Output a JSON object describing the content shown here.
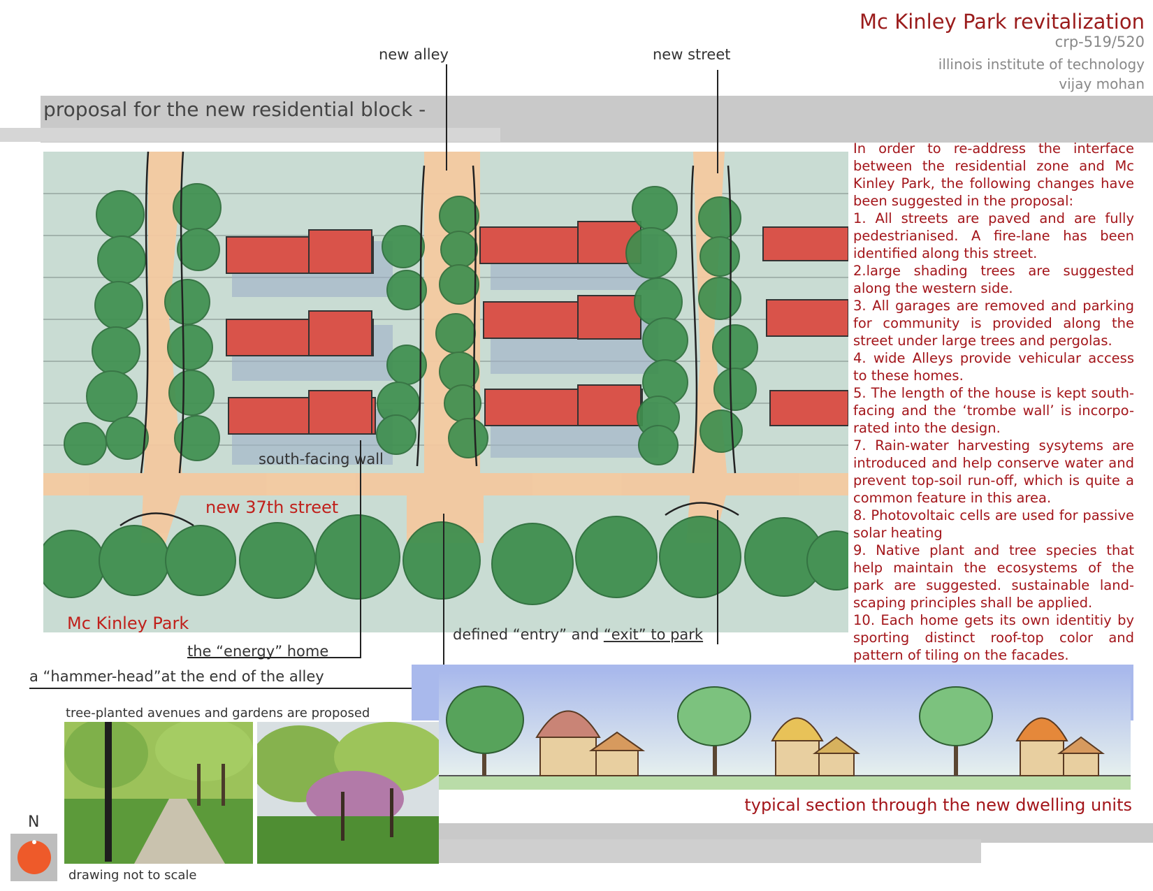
{
  "header": {
    "title": "Mc Kinley Park revitalization",
    "course": "crp-519/520",
    "institution": "illinois institute of technology",
    "author": "vijay mohan"
  },
  "heading": "proposal for the new residential block -",
  "plan_labels": {
    "new_alley": "new alley",
    "new_street": "new street",
    "south_facing_wall": "south-facing wall",
    "new_37th_street": "new 37th street",
    "mc_kinley_park": "Mc Kinley Park",
    "energy_home": "the “energy” home",
    "hammer_head": "a “hammer-head”at the end of the alley",
    "entry_exit_prefix": "defined “entry” and ",
    "entry_exit_link": "“exit” to park"
  },
  "notes": [
    "In order to re-address the interface between the residential zone and Mc Kinley Park, the following changes have been suggested in the proposal:",
    "1. All streets are paved and are fully pedestrianised. A fire-lane has been identified along this street.",
    "2.large shading trees are suggested along the western side.",
    "3. All garages are removed and parking for community is provided along the street under large trees and pergolas.",
    "4. wide Alleys provide vehicular access to these homes.",
    "5. The length of the house is kept south-facing and the ‘trombe wall’ is incorpo-rated into the design.",
    "7. Rain-water harvesting sysytems are introduced and help conserve water and prevent top-soil run-off, which is quite a common feature in this area.",
    "8. Photovoltaic cells are used for passive solar heating",
    "9. Native plant and tree species that help maintain the ecosystems of the park are suggested. sustainable land-scaping principles shall be applied.",
    "10. Each home gets its own identitiy by sporting distinct roof-top color and pattern of tiling on the facades."
  ],
  "photos_caption": "tree-planted avenues and gardens are proposed",
  "section_caption": "typical section through the new dwelling units",
  "north_label": "N",
  "scale_note": "drawing not to scale",
  "colors": {
    "accent_red": "#a3151a",
    "roof_red": "#d9534a",
    "tree_green": "#3f8f4f",
    "path_peach": "#f4c9a0",
    "band_gray": "#c9c9c9",
    "sky_blue": "#a9b9ec"
  }
}
